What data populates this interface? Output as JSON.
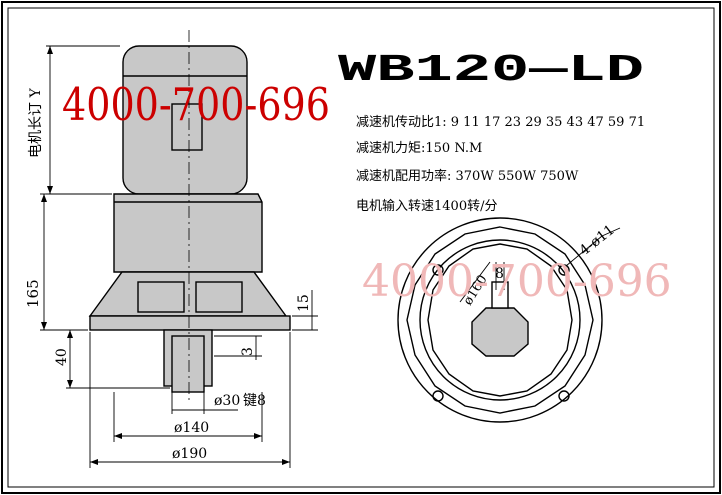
{
  "title": "WB120—LD",
  "phone": "4000-700-696",
  "watermark": "4000-700-696",
  "colors": {
    "ink": "#000000",
    "fill": "#c8c8c8",
    "phone": "#cc0000",
    "watermark": "#f0b8b8",
    "border": "#000000"
  },
  "specs": {
    "ratio": "减速机传动比1: 9  11  17 23 29 35 43 47 59 71",
    "torque": "减速机力矩:150 N.M",
    "power": "减速机配用功率: 370W 550W 750W",
    "speed": "电机输入转速1400转/分"
  },
  "dims": {
    "motor_len": "电机长订 Y",
    "h165": "165",
    "h40": "40",
    "h15": "15",
    "h3": "3",
    "d30": "ø30",
    "key8": "键8",
    "d140": "ø140",
    "d190": "ø190",
    "holes": "4-ø11",
    "d160": "ø160",
    "flange_key": "8"
  }
}
